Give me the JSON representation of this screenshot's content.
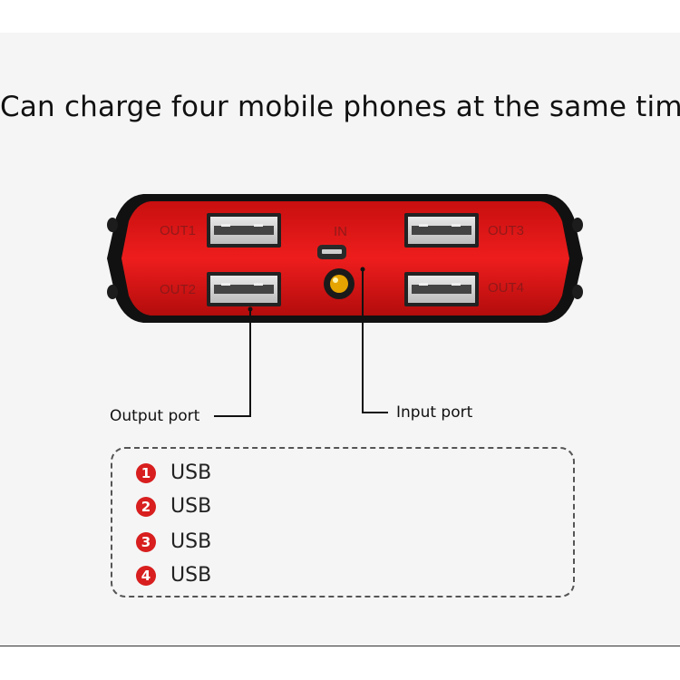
{
  "headline": "Can charge four mobile phones at the same time",
  "ports": {
    "out1": "OUT1",
    "out2": "OUT2",
    "out3": "OUT3",
    "out4": "OUT4",
    "in": "IN"
  },
  "callouts": {
    "output": "Output port",
    "input": "Input port"
  },
  "legend": [
    {
      "num": "1",
      "label": "USB"
    },
    {
      "num": "2",
      "label": "USB"
    },
    {
      "num": "3",
      "label": "USB"
    },
    {
      "num": "4",
      "label": "USB"
    }
  ],
  "colors": {
    "body_red": "#e01818",
    "shell_black": "#111111",
    "badge_red": "#d81e1e"
  }
}
